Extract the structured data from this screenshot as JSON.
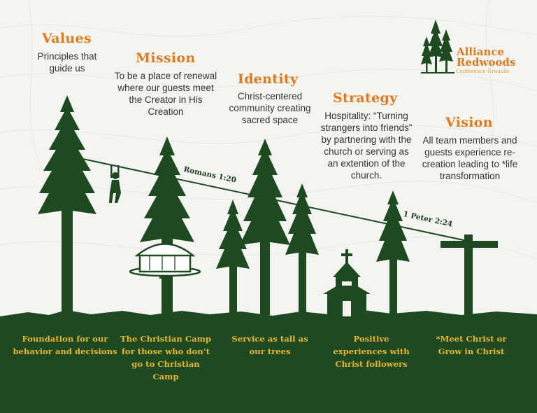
{
  "logo": {
    "line1": "Alliance",
    "line2": "Redwoods",
    "subtitle": "Conference Grounds"
  },
  "columns": [
    {
      "heading": "Values",
      "description": "Principles that guide us",
      "footer": "Foundation for our behavior and decisions"
    },
    {
      "heading": "Mission",
      "description": "To be a place of renewal where our guests meet the Creator in His Creation",
      "footer": "The Christian Camp for those who don’t go to Christian Camp"
    },
    {
      "heading": "Identity",
      "description": "Christ-centered community creating sacred space",
      "footer": "Service as tall as our trees"
    },
    {
      "heading": "Strategy",
      "description": "Hospitality: “Turning strangers into friends” by partnering with the church or serving as an extention of the church.",
      "footer": "Positive experiences with Christ followers"
    },
    {
      "heading": "Vision",
      "description": "All team members and guests experience re-creation leading to *life transformation",
      "footer": "*Meet Christ or Grow in Christ"
    }
  ],
  "verses": {
    "left": "Romans 1:20",
    "right": "1 Peter 2:24"
  },
  "colors": {
    "forest": "#1e4a22",
    "orange": "#e0791f",
    "gold": "#e8b530",
    "background": "#f4f4f1"
  }
}
